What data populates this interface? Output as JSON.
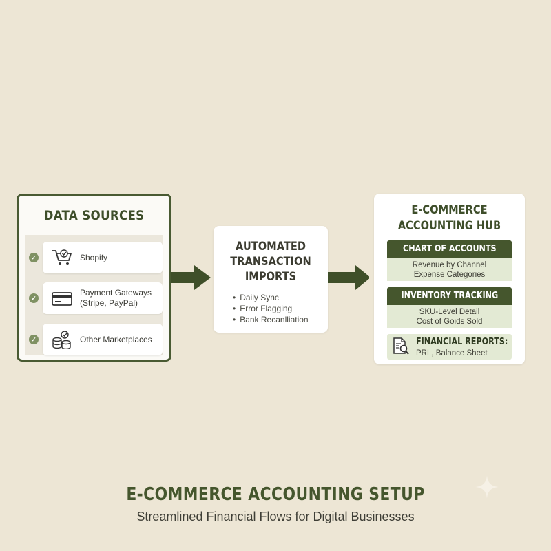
{
  "data_sources": {
    "title": "DATA SOURCES",
    "items": [
      {
        "label": "Shopify",
        "icon": "shopping-cart-icon"
      },
      {
        "label": "Payment Gateways (Stripe, PayPal)",
        "icon": "credit-card-icon"
      },
      {
        "label": "Other Marketplaces",
        "icon": "coins-icon"
      }
    ]
  },
  "automated": {
    "title_line1": "AUTOMATED",
    "title_line2": "TRANSACTION",
    "title_line3": "IMPORTS",
    "bullets": [
      "Daily Sync",
      "Error Flagging",
      "Bank Recanlliation"
    ]
  },
  "hub": {
    "title_line1": "E-COMMERCE",
    "title_line2": "ACCOUNTING HUB",
    "chart_of_accounts": {
      "heading": "CHART OF ACCOUNTS",
      "line1": "Revenue by Channel",
      "line2": "Expense Categories"
    },
    "inventory": {
      "heading": "INVENTORY TRACKING",
      "line1": "SKU-Level Detail",
      "line2": "Cost of Goids Sold"
    },
    "reports": {
      "heading": "FINANCIAL REPORTS:",
      "detail": "PRL, Balance Sheet",
      "icon": "report-magnifier-icon"
    }
  },
  "footer": {
    "title": "E-COMMERCE ACCOUNTING SETUP",
    "subtitle": "Streamlined Financial Flows for Digital Businesses"
  },
  "colors": {
    "background": "#ede6d5",
    "dark_green": "#45562d",
    "light_green": "#e3ead4",
    "check_green": "#7f9163"
  }
}
